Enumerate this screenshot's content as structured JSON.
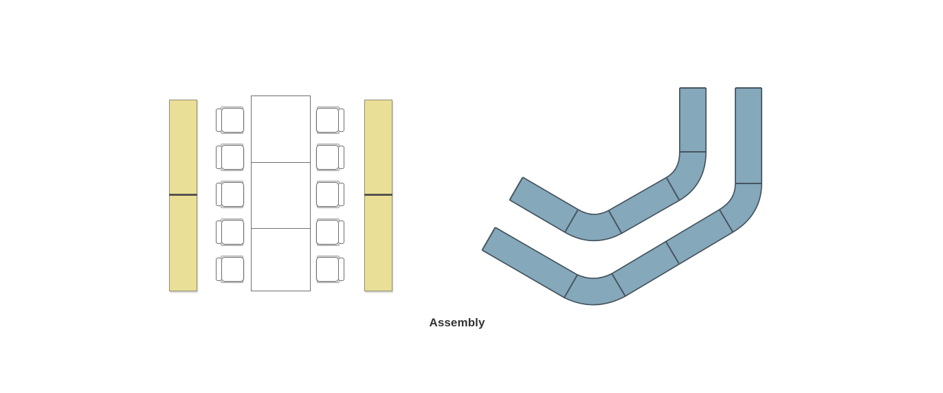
{
  "caption": {
    "text": "Assembly"
  },
  "colors": {
    "bench_yellow": "#EADF97",
    "bench_yellow_border": "#8F8C76",
    "bench_yellow_divider": "#55554C",
    "curved_bench_fill": "#85A8BB",
    "curved_bench_outline": "#46555F",
    "table_border": "#6E6E6E",
    "chair_border": "#6B6B6B",
    "caption_color": "#333333",
    "background": "#FFFFFF"
  },
  "rect_layout": {
    "side_benches": {
      "count": 2,
      "sections_each": 2
    },
    "table": {
      "sections": 3
    },
    "chairs": {
      "columns": 2,
      "per_column": 5,
      "total": 10
    }
  },
  "curved_layout": {
    "rows": 2,
    "segments_per_row": [
      5,
      6
    ]
  }
}
